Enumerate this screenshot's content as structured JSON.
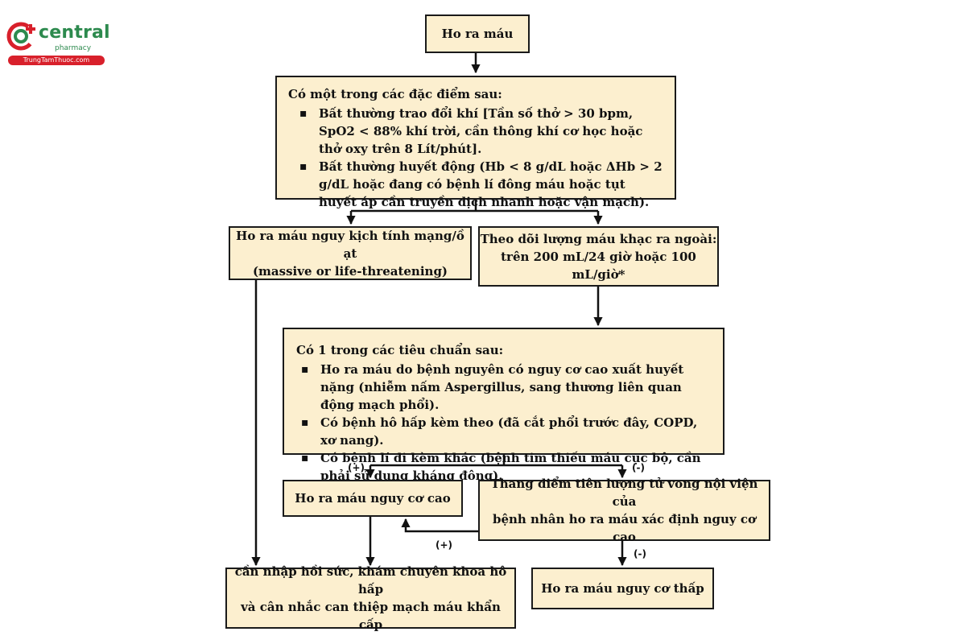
{
  "logo": {
    "brand": "central",
    "sub": "pharmacy",
    "site": "TrungTamThuoc.com",
    "colors": {
      "green": "#2d8a4e",
      "red": "#d8202b"
    }
  },
  "nodes": {
    "start": "Ho ra máu",
    "criteria1": {
      "heading": "Có một trong các đặc điểm sau:",
      "items": [
        "Bất thường trao đổi khí [Tần số thở > 30 bpm, SpO2 < 88% khí trời, cần thông khí cơ học hoặc thở oxy trên 8 Lít/phút].",
        "Bất thường huyết động (Hb < 8 g/dL hoặc ΔHb > 2 g/dL hoặc đang có bệnh lí đông máu hoặc tụt huyết áp cần truyền dịch nhanh hoặc vận mạch)."
      ]
    },
    "massive": {
      "line1": "Ho ra máu nguy kịch tính mạng/ồ ạt",
      "line2": "(massive or life-threatening)"
    },
    "monitor": {
      "line1": "Theo dõi lượng máu khạc ra ngoài:",
      "line2": "trên 200 mL/24 giờ hoặc 100 mL/giờ*"
    },
    "criteria2": {
      "heading": "Có 1 trong các tiêu chuẩn sau:",
      "items": [
        "Ho ra máu do bệnh nguyên có nguy cơ cao xuất huyết nặng (nhiễm nấm Aspergillus, sang thương liên quan động mạch phổi).",
        "Có bệnh hô hấp kèm theo (đã cắt phổi trước đây, COPD, xơ nang).",
        "Có bệnh lí đi kèm khác (bệnh tim thiếu máu cục bộ, cần phải sử dụng kháng đông)."
      ]
    },
    "high_risk": "Ho ra máu nguy cơ cao",
    "score": {
      "line1": "Thang điểm tiên lượng tử vong nội viện của",
      "line2": "bệnh nhân ho ra máu xác định nguy cơ cao"
    },
    "icu": {
      "line1": "cần nhập hồi sức, khám chuyên khoa hô hấp",
      "line2": "và cân nhắc can thiệp mạch máu khẩn cấp"
    },
    "low_risk": "Ho ra máu nguy cơ thấp"
  },
  "labels": {
    "plus_left": "(+)",
    "minus_right": "(-)",
    "plus_back": "(+)",
    "minus_down": "(-)"
  },
  "colors": {
    "box_fill": "#fcefcf",
    "box_border": "#1a1a1a"
  }
}
